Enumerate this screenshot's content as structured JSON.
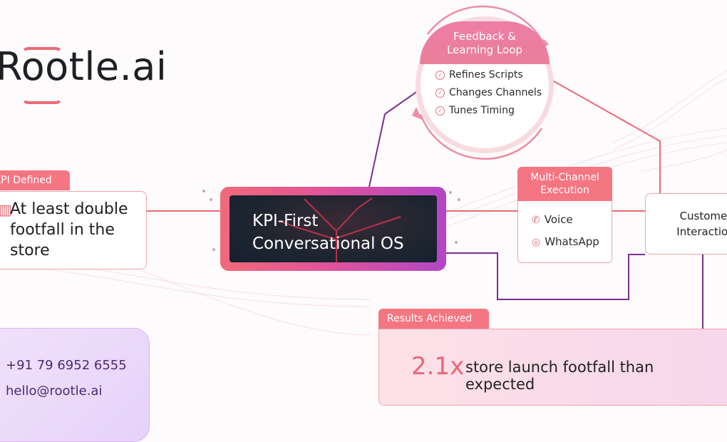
{
  "brand": {
    "name": "Rootle.ai"
  },
  "kpi": {
    "tab_label": "KPI Defined",
    "text": "At least double footfall in the store",
    "icon": "chart-icon"
  },
  "center": {
    "line1": "KPI-First",
    "line2": "Conversational OS"
  },
  "feedback": {
    "title_line1": "Feedback &",
    "title_line2": "Learning Loop",
    "items": [
      "Refines Scripts",
      "Changes Channels",
      "Tunes Timing"
    ]
  },
  "multichannel": {
    "title_line1": "Multi-Channel",
    "title_line2": "Execution",
    "items": [
      {
        "label": "Voice",
        "icon": "phone-icon"
      },
      {
        "label": "WhatsApp",
        "icon": "whatsapp-icon"
      }
    ]
  },
  "customer": {
    "line1": "Customer",
    "line2": "Interaction"
  },
  "results": {
    "tab_label": "Results Achieved",
    "number": "2.1x",
    "text": "store launch footfall than expected"
  },
  "contact": {
    "phone": "+91 79 6952 6555",
    "email": "hello@rootle.ai"
  },
  "colors": {
    "accent": "#f47683",
    "purple": "#7b2f8e",
    "contact_text": "#4c2a72"
  }
}
